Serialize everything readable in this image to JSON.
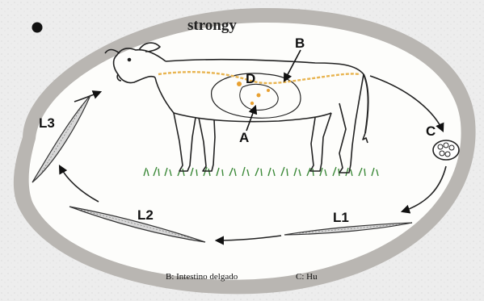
{
  "title_fragment": "strongy",
  "labels": {
    "a": "A",
    "b": "B",
    "c": "C",
    "d": "D",
    "l1": "L1",
    "l2": "L2",
    "l3": "L3"
  },
  "captions": {
    "b": "B: Intestino delgado",
    "c": "C: Hu"
  },
  "colors": {
    "background": "#ededed",
    "paper": "#fdfdfb",
    "torn_border": "#b9b6b2",
    "ink": "#111111",
    "intestine": "#e8b450",
    "grass": "#3d8a3a"
  }
}
